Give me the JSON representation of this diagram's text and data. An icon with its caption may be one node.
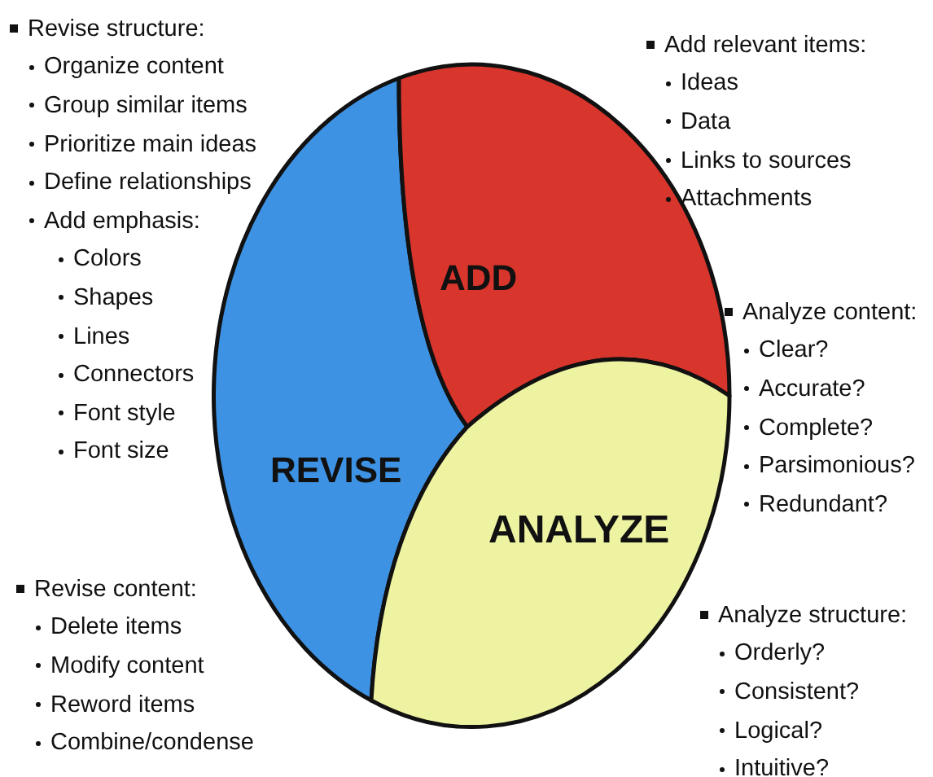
{
  "diagram": {
    "nodes": [
      {
        "text": [
          "ADD"
        ]
      },
      {
        "text": [
          "REVISE"
        ]
      },
      {
        "text": [
          "ANALYZE"
        ]
      }
    ],
    "labels": [
      "Revise structure:",
      "Organize content",
      "Group similar items",
      "Prioritize main ideas",
      "Define relationships",
      "Add emphasis:",
      "Colors",
      "Shapes",
      "Lines",
      "Connectors",
      "Font style",
      "Font size",
      "Add relevant items:",
      "Ideas",
      "Data",
      "Links to sources",
      "Attachments",
      "Analyze content:",
      "Clear?",
      "Accurate?",
      "Complete?",
      "Parsimonious?",
      "Redundant?",
      "Revise content:",
      "Delete items",
      "Modify content",
      "Reword items",
      "Combine/condense",
      "Analyze structure:",
      "Orderly?",
      "Consistent?",
      "Logical?",
      "Intuitive?"
    ]
  }
}
